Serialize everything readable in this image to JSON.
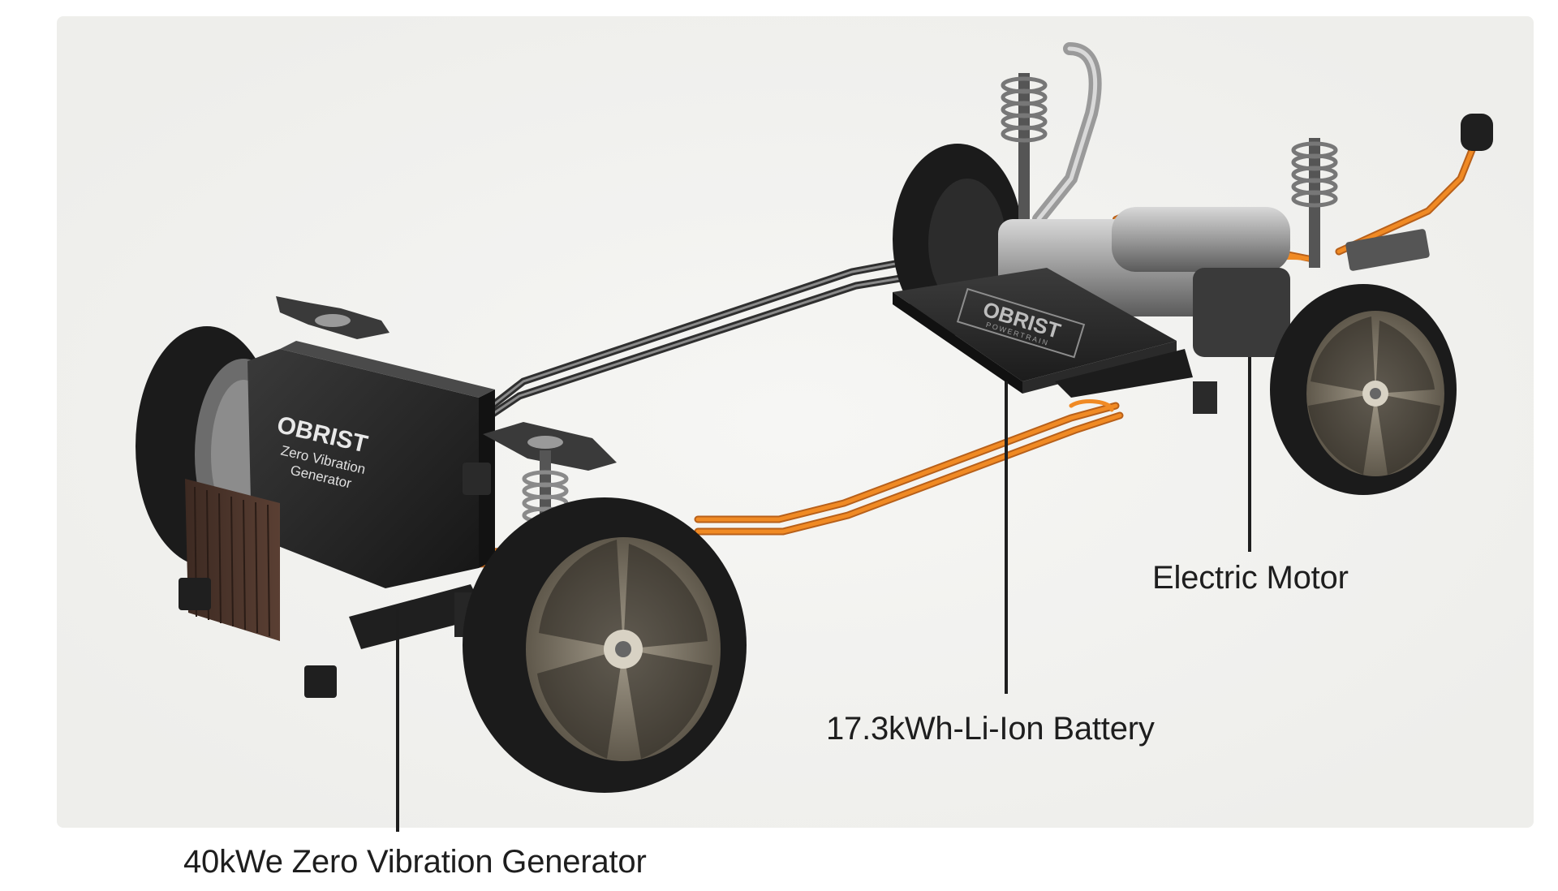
{
  "labels": {
    "generator": "40kWe  Zero Vibration Generator",
    "battery": "17.3kWh-Li-Ion Battery",
    "motor": "Electric Motor"
  },
  "generator_box": {
    "brand": "OBRIST",
    "line1": "Zero Vibration",
    "line2": "Generator"
  },
  "battery_pack": {
    "brand": "OBRIST",
    "sub": "POWERTRAIN"
  },
  "colors": {
    "background": "#ffffff",
    "backdrop": "#f4f4f2",
    "cable": "#f08a24",
    "tire": "#1b1b1b",
    "rim": "#7d7566",
    "chassis": "#2a2a2a",
    "steel": "#b8b8b8",
    "label_text": "#1e1e1e"
  },
  "icons": {
    "wheels": "wheel-icon",
    "springs": "coil-spring-icon"
  }
}
